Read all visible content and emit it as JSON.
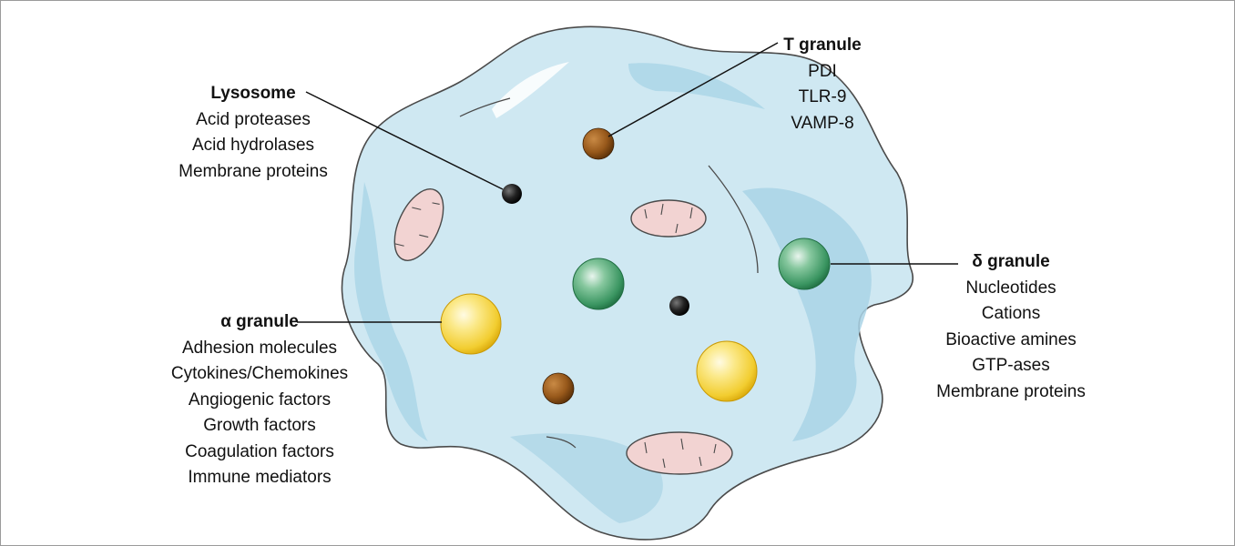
{
  "figure": {
    "title": "Platelet granule contents"
  },
  "labels": {
    "lysosome": {
      "title": "Lysosome",
      "items": [
        "Acid proteases",
        "Acid hydrolases",
        "Membrane proteins"
      ]
    },
    "t_granule": {
      "title": "T granule",
      "items": [
        "PDI",
        "TLR-9",
        "VAMP-8"
      ]
    },
    "alpha_granule": {
      "title": "α granule",
      "items": [
        "Adhesion molecules",
        "Cytokines/Chemokines",
        "Angiogenic factors",
        "Growth factors",
        "Coagulation factors",
        "Immune mediators"
      ]
    },
    "delta_granule": {
      "title": "δ granule",
      "items": [
        "Nucleotides",
        "Cations",
        "Bioactive amines",
        "GTP-ases",
        "Membrane proteins"
      ]
    }
  },
  "colors": {
    "cytoplasm": "#cfe8f2",
    "cytoplasm_shade": "#a9d4e6",
    "membrane_outline": "#4a4a4a",
    "mitochondria": "#f2d3d2",
    "lysosome": "#1e1e1e",
    "t_granule": "#9a5a1c",
    "alpha_granule": "#f2cf32",
    "delta_granule": "#3f9b63",
    "leader_line": "#111111"
  }
}
